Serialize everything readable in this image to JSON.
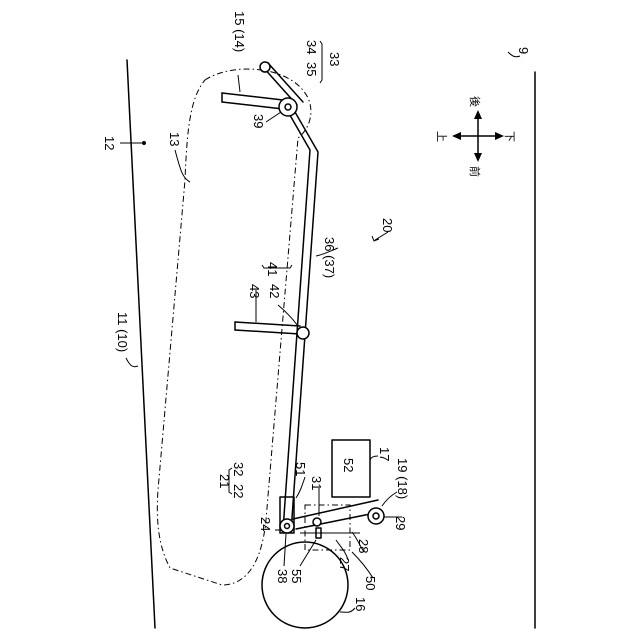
{
  "labels": {
    "l9": "9",
    "l11": "11 (10)",
    "l12": "12",
    "l13": "13",
    "l15": "15 (14)",
    "l16": "16",
    "l17": "17",
    "l19": "19 (18)",
    "l20": "20",
    "l21": "21",
    "l22": "22",
    "l24": "24",
    "l27": "27",
    "l28": "28",
    "l29": "29",
    "l31": "31",
    "l32": "32",
    "l33": "33",
    "l34": "34",
    "l35": "35",
    "l36": "36 (37)",
    "l38": "38",
    "l39": "39",
    "l41": "41",
    "l42": "42",
    "l43": "43",
    "l50": "50",
    "l51": "51",
    "l52": "52",
    "l55": "55"
  },
  "compass": {
    "up": "上",
    "down": "下",
    "front": "前",
    "rear": "後"
  }
}
